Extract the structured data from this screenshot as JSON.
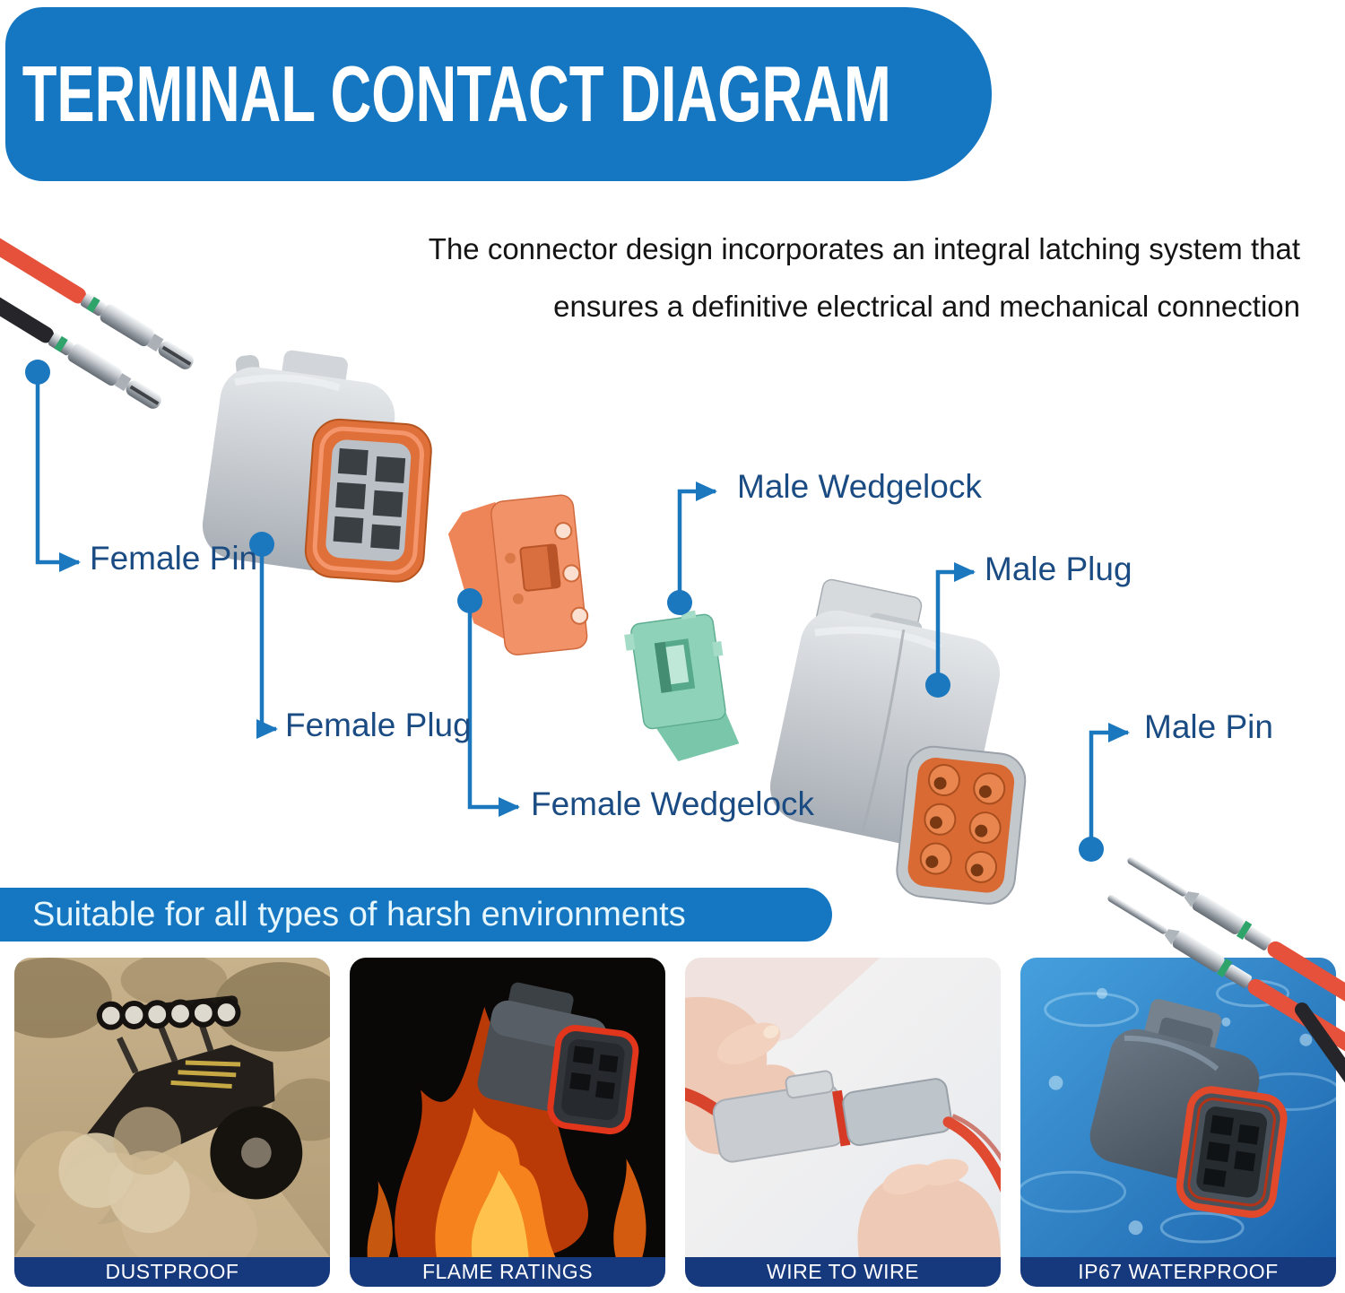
{
  "header": {
    "title": "TERMINAL CONTACT DIAGRAM"
  },
  "description": {
    "line1": "The connector design incorporates an integral latching system that",
    "line2": "ensures a definitive electrical and mechanical connection"
  },
  "diagram": {
    "labels": {
      "female_pin": "Female Pin",
      "female_plug": "Female Plug",
      "female_wedgelock": "Female Wedgelock",
      "male_wedgelock": "Male Wedgelock",
      "male_plug": "Male Plug",
      "male_pin": "Male Pin"
    }
  },
  "subtitle": {
    "text": "Suitable for all types of harsh environments"
  },
  "feature_cards": [
    {
      "caption": "DUSTPROOF",
      "image": "offroad-truck-in-dust"
    },
    {
      "caption": "FLAME RATINGS",
      "image": "connector-in-flames"
    },
    {
      "caption": "WIRE TO WIRE",
      "image": "hands-joining-connectors"
    },
    {
      "caption": "IP67 WATERPROOF",
      "image": "connector-underwater"
    }
  ],
  "colors": {
    "banner_blue": "#1577c1",
    "label_navy": "#1a4b82",
    "line_blue": "#1c78be",
    "caption_navy": "#16387d",
    "seal_orange": "#e0703a",
    "wedgelock_orange": "#f09066",
    "wedgelock_green": "#8fd3bc",
    "connector_gray": "#c7cbd0",
    "wire_red": "#e0492f",
    "wire_black": "#26262a",
    "band_green": "#2ea36a"
  }
}
